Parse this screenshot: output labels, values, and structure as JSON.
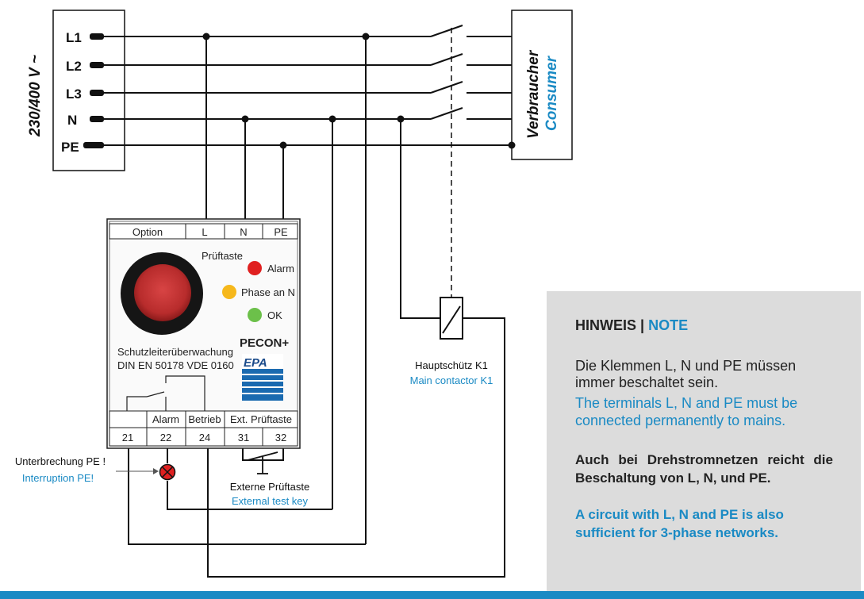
{
  "voltage": "230/400 V ~",
  "terminals": {
    "l1": "L1",
    "l2": "L2",
    "l3": "L3",
    "n": "N",
    "pe": "PE"
  },
  "consumer": {
    "de": "Verbraucher",
    "en": "Consumer"
  },
  "device": {
    "top_headers": {
      "option": "Option",
      "l": "L",
      "n": "N",
      "pe": "PE"
    },
    "test_button_label": "Prüftaste",
    "leds": {
      "alarm": "Alarm",
      "phase": "Phase an N",
      "ok": "OK"
    },
    "brand": "PECON+",
    "logo": "EPA",
    "desc_line1": "Schutzleiterüberwachung",
    "desc_line2": "DIN EN 50178 VDE 0160",
    "bottom_headers": {
      "alarm": "Alarm",
      "betrieb": "Betrieb",
      "ext": "Ext. Prüftaste"
    },
    "terminal_numbers": {
      "t21": "21",
      "t22": "22",
      "t24": "24",
      "t31": "31",
      "t32": "32"
    }
  },
  "contactor": {
    "de": "Hauptschütz K1",
    "en": "Main contactor K1"
  },
  "interruption": {
    "de": "Unterbrechung PE !",
    "en": "Interruption PE!"
  },
  "external_key": {
    "de": "Externe Prüftaste",
    "en": "External test key"
  },
  "note": {
    "title_de": "HINWEIS",
    "separator": "|",
    "title_en": "NOTE",
    "para1_de": "Die Klemmen L, N und PE müssen immer beschaltet sein.",
    "para1_en": "The terminals L, N and PE must be connected permanently to mains.",
    "para2_de": "Auch bei Drehstromnetzen reicht die Beschaltung von L, N, und PE.",
    "para2_en": "A circuit with L, N and PE is also sufficient for 3-phase networks."
  },
  "colors": {
    "accent": "#1a8ac4",
    "panel": "#dcdcdc",
    "alarm_led": "#e02020",
    "phase_led": "#f6b81c",
    "ok_led": "#6cc04a",
    "button": "#c43434"
  }
}
